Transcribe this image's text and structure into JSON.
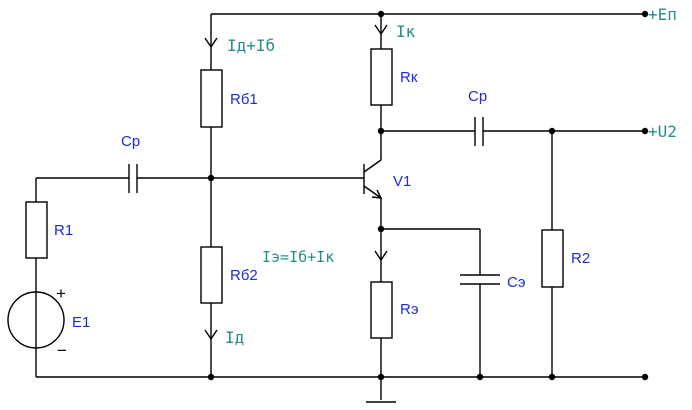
{
  "schematic": {
    "terminals": {
      "supply": "+Eп",
      "output": "+U2"
    },
    "currents": {
      "collector": "Iк",
      "divider_top": "Iд+Iб",
      "emitter": "Iэ=Iб+Iк",
      "divider_bottom": "Iд"
    },
    "components": {
      "r1": "R1",
      "rb1": "Rб1",
      "rb2": "Rб2",
      "rk": "Rк",
      "re": "Rэ",
      "r2": "R2",
      "cp_in": "Cр",
      "cp_out": "Cр",
      "ce": "Cэ",
      "transistor": "V1",
      "source": "E1"
    },
    "source_polarity": {
      "plus": "+",
      "minus": "−"
    }
  }
}
